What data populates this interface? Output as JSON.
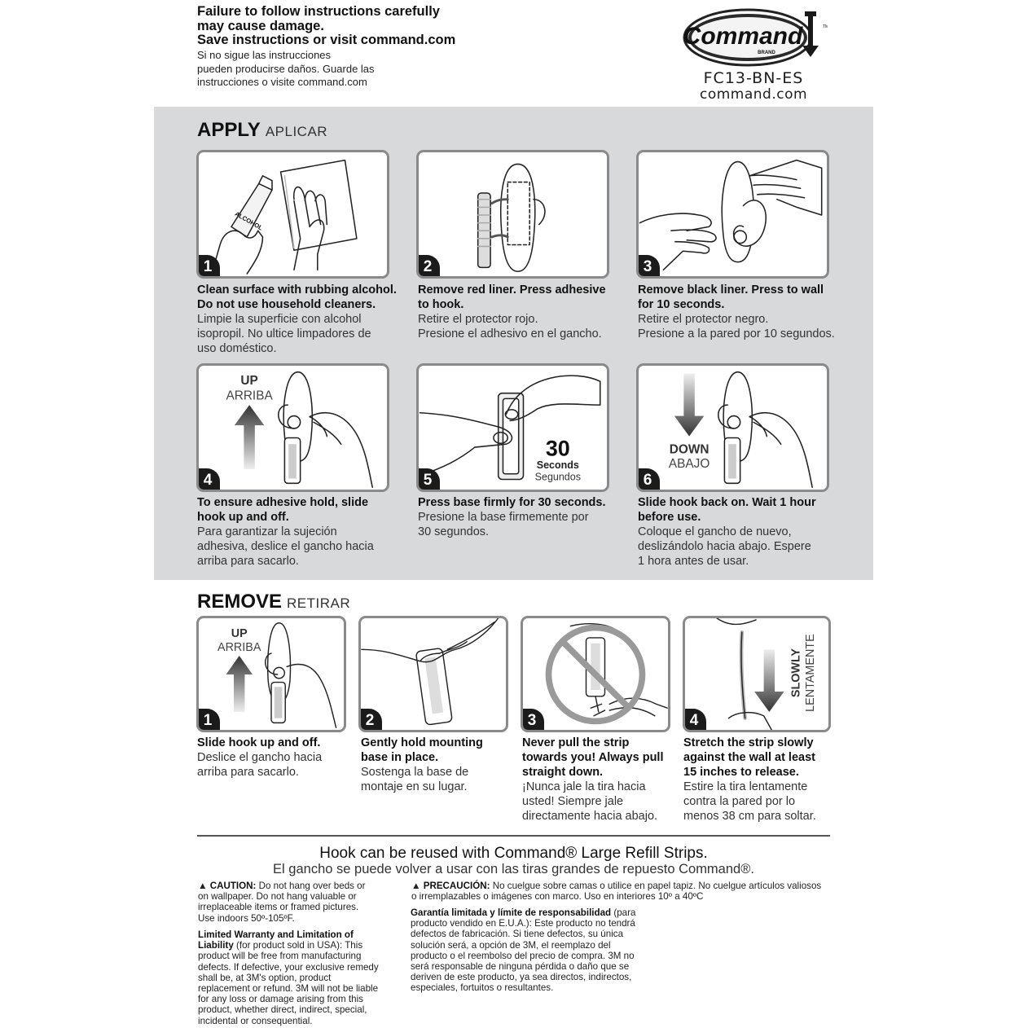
{
  "header": {
    "warning_en": [
      "Failure to follow instructions carefully",
      "may cause damage.",
      "Save instructions or visit command.com"
    ],
    "warning_es": [
      "Si no sigue las instrucciones",
      "pueden producirse daños. Guarde las",
      "instrucciones o visite command.com"
    ],
    "logo_text": "Command",
    "logo_brand": "BRAND",
    "logo_tm": "TM",
    "sku": "FC13-BN-ES",
    "website": "command.com"
  },
  "apply": {
    "title": "APPLY",
    "subtitle": "APLICAR",
    "steps": [
      {
        "num": "1",
        "bold": [
          "Clean surface with rubbing alcohol.",
          "Do not use household cleaners."
        ],
        "normal": [
          "Limpie la superficie con alcohol",
          "isopropil. No ultice limpadores de",
          "uso doméstico."
        ],
        "art": {
          "bottle_label": "ALCOHOL"
        }
      },
      {
        "num": "2",
        "bold": [
          "Remove red liner. Press adhesive",
          "to hook."
        ],
        "normal": [
          "Retire el protector rojo.",
          "Presione el adhesivo en el gancho."
        ],
        "art": {}
      },
      {
        "num": "3",
        "bold": [
          "Remove black liner. Press to wall",
          "for 10 seconds."
        ],
        "normal": [
          "Retire el protector negro.",
          "Presione a la pared por 10 segundos."
        ],
        "art": {}
      },
      {
        "num": "4",
        "bold": [
          "To ensure adhesive hold, slide",
          "hook up and off."
        ],
        "normal": [
          "Para garantizar la sujeción",
          "adhesiva, deslice el gancho hacia",
          "arriba para sacarlo."
        ],
        "art": {
          "label_en": "UP",
          "label_es": "ARRIBA"
        }
      },
      {
        "num": "5",
        "bold": [
          "Press base firmly for 30 seconds."
        ],
        "normal": [
          "Presione la base firmemente por",
          "30 segundos."
        ],
        "art": {
          "count": "30",
          "label_en": "Seconds",
          "label_es": "Segundos"
        }
      },
      {
        "num": "6",
        "bold": [
          "Slide hook back on. Wait 1 hour",
          "before use."
        ],
        "normal": [
          "Coloque el gancho de nuevo,",
          "deslizándolo hacia abajo. Espere",
          "1 hora antes de usar."
        ],
        "art": {
          "label_en": "DOWN",
          "label_es": "ABAJO"
        }
      }
    ]
  },
  "remove": {
    "title": "REMOVE",
    "subtitle": "RETIRAR",
    "steps": [
      {
        "num": "1",
        "bold": [
          "Slide hook up and off."
        ],
        "normal": [
          "Deslice el gancho hacia",
          "arriba para sacarlo."
        ],
        "art": {
          "label_en": "UP",
          "label_es": "ARRIBA"
        }
      },
      {
        "num": "2",
        "bold": [
          "Gently hold mounting",
          "base in place."
        ],
        "normal": [
          "Sostenga la base de",
          "montaje en su lugar."
        ],
        "art": {}
      },
      {
        "num": "3",
        "bold": [
          "Never pull the strip",
          "towards you! Always pull",
          "straight down."
        ],
        "normal": [
          "¡Nunca jale la tira hacia",
          "usted! Siempre jale",
          "directamente hacia abajo."
        ],
        "art": {}
      },
      {
        "num": "4",
        "bold": [
          "Stretch the strip slowly",
          "against the wall at least",
          "15 inches to release."
        ],
        "normal": [
          "Estire la tira lentamente",
          "contra la pared por lo",
          "menos 38 cm para soltar."
        ],
        "art": {
          "label_en": "SLOWLY",
          "label_es": "LENTAMENTE"
        }
      }
    ]
  },
  "reuse": {
    "en": "Hook can be reused with Command® Large Refill Strips.",
    "es": "El gancho se puede volver a usar con las tiras grandes de repuesto Command®."
  },
  "fineprint": {
    "caution_en_label": "CAUTION:",
    "caution_en": [
      "Do not hang over beds or",
      "on wallpaper. Do not hang valuable or",
      "irreplaceable items or framed pictures.",
      "Use indoors 50º-105ºF."
    ],
    "warranty_en_label": [
      "Limited Warranty and Limitation of",
      "Liability"
    ],
    "warranty_en_first": "(for product sold in USA): This",
    "warranty_en": [
      "product will be free from manufacturing",
      "defects. If defective, your exclusive remedy",
      "shall be, at 3M's option, product",
      "replacement or refund. 3M will not be liable",
      "for any loss or damage arising from this",
      "product, whether direct, indirect, special,",
      "incidental or consequential."
    ],
    "caution_es_label": "PRECAUCIÓN:",
    "caution_es": [
      "No cuelgue sobre camas o utilice en papel tapiz. No cuelgue artículos valiosos",
      "o irremplazables o imágenes con marco. Uso en interiores 10º a 40ºC"
    ],
    "warranty_es_label": "Garantía limitada y límite de responsabilidad",
    "warranty_es_first": "(para",
    "warranty_es": [
      "producto vendido en E.U.A.): Este producto no tendrá",
      "defectos de fabricación. Si tiene defectos, su única",
      "solución será, a opción de 3M, el reemplazo del",
      "producto o el reembolso del precio de compra. 3M no",
      "será responsable de ninguna pérdida o daño que se",
      "deriven de este producto, ya sea directos, indirectos,",
      "especiales, fortuitos o resultantes."
    ]
  }
}
